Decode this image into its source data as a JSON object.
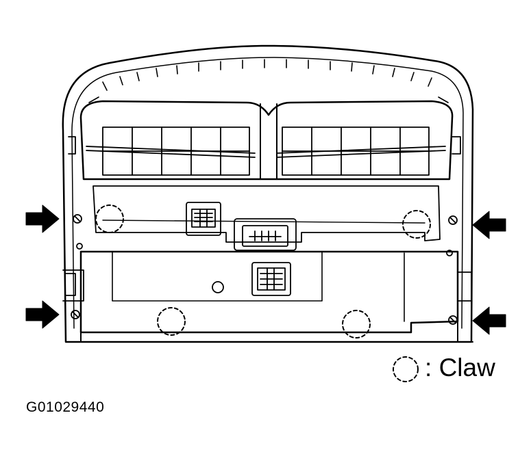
{
  "legend": {
    "symbol": "dashed-circle-claw-symbol",
    "label": "Claw"
  },
  "figure_id": "G01029440"
}
